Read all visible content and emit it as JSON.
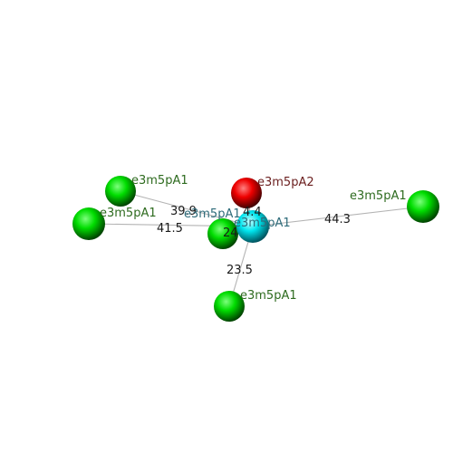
{
  "labels": {
    "green_label": "e3m5pA1",
    "red_label": "e3m5pA2",
    "cyan_label": "e3m5pA1"
  },
  "distances": {
    "top_left": "39.9",
    "left": "41.5",
    "front": "24",
    "red": "4.4",
    "right": "44.3",
    "bottom": "23.5"
  },
  "colors": {
    "green": "#00dd00",
    "red": "#ee0000",
    "cyan": "#00e5ee",
    "green_label": "#2e6b1f",
    "red_label": "#6b1f1f",
    "cyan_label": "#2e6b7a",
    "bond": "#b4b4b4"
  }
}
